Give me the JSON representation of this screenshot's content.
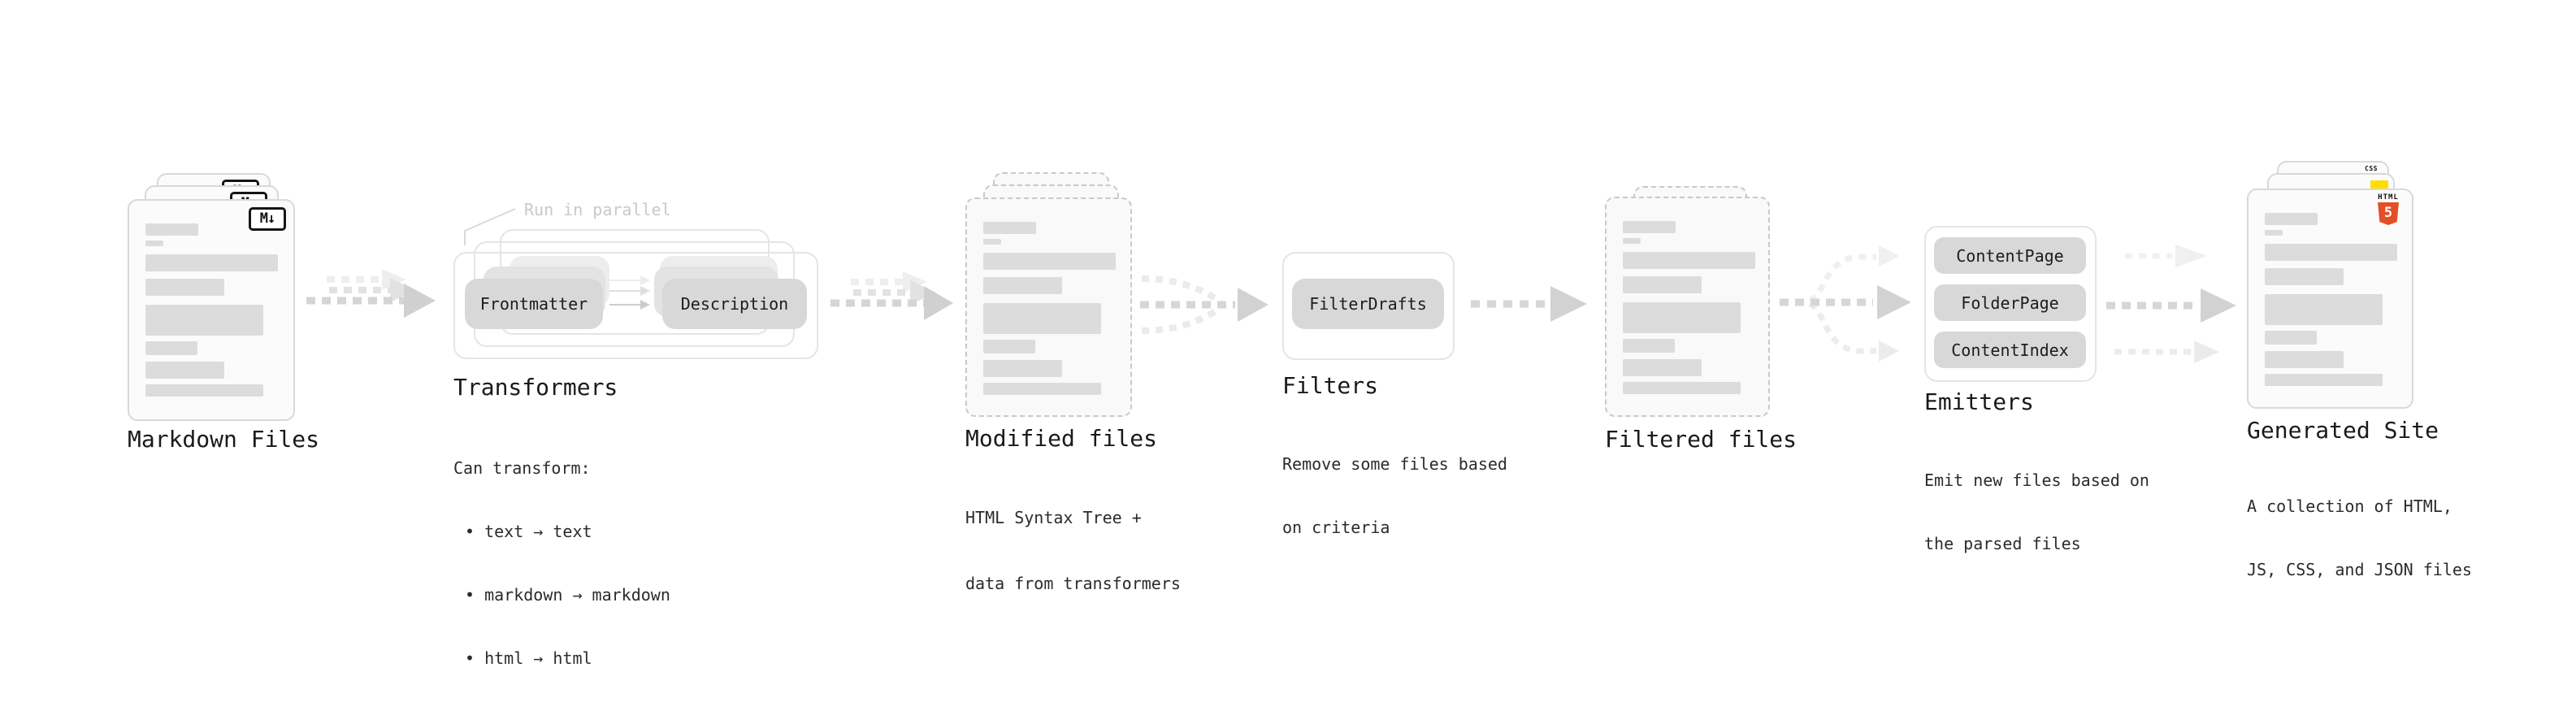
{
  "pipeline": {
    "markdown_files": {
      "label": "Markdown Files",
      "badge": "M↓"
    },
    "transformers": {
      "callout": "Run in parallel",
      "pill_frontmatter": "Frontmatter",
      "pill_description": "Description",
      "label": "Transformers",
      "description_heading": "Can transform:",
      "bullets": [
        "• text → text",
        "• markdown → markdown",
        "• html → html"
      ]
    },
    "modified_files": {
      "label": "Modified files",
      "description_line1": "HTML Syntax Tree +",
      "description_line2": "data from transformers"
    },
    "filters": {
      "pill": "FilterDrafts",
      "label": "Filters",
      "description_line1": "Remove some files based",
      "description_line2": "on criteria"
    },
    "filtered_files": {
      "label": "Filtered files"
    },
    "emitters": {
      "pills": [
        "ContentPage",
        "FolderPage",
        "ContentIndex"
      ],
      "label": "Emitters",
      "description_line1": "Emit new files based on",
      "description_line2": "the parsed files"
    },
    "generated_site": {
      "label": "Generated Site",
      "description_line1": "A collection of HTML,",
      "description_line2": "JS, CSS, and JSON files",
      "css_badge": "CSS",
      "html_badge_text": "HTML",
      "html_badge_number": "5"
    }
  },
  "colors": {
    "html5_orange": "#e34f26",
    "css_blue": "#2965f1",
    "js_yellow": "#ffdd00",
    "pill_gray": "#d8d8d8",
    "arrow_gray": "#d6d6d6",
    "dashed_border": "#c9c9c9"
  }
}
